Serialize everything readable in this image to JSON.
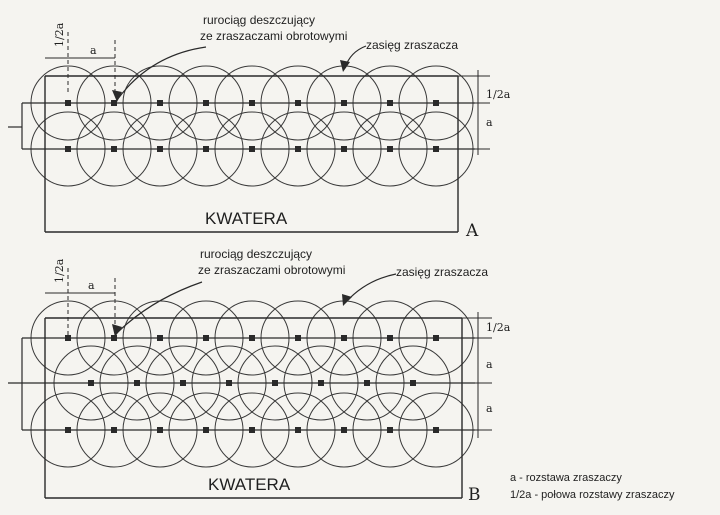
{
  "diagram": {
    "panels": [
      {
        "id": "A",
        "letter": "A",
        "area_label": "KWATERA",
        "pipe_label_line1": "rurociąg deszczujący",
        "pipe_label_line2": "ze zraszaczami obrotowymi",
        "range_label": "zasięg zraszacza",
        "dim_half": "1/2a",
        "dim_a": "a",
        "right_dim_half": "1/2a",
        "right_dim_a": "a"
      },
      {
        "id": "B",
        "letter": "B",
        "area_label": "KWATERA",
        "pipe_label_line1": "rurociąg deszczujący",
        "pipe_label_line2": "ze zraszaczami obrotowymi",
        "range_label": "zasięg zraszacza",
        "dim_half": "1/2a",
        "dim_a": "a",
        "right_dim_half": "1/2a",
        "right_dim_a1": "a",
        "right_dim_a2": "a"
      }
    ],
    "legend": {
      "line1": "a - rozstawa zraszaczy",
      "line2": "1/2a - połowa rozstawy zraszaczy"
    },
    "colors": {
      "ink": "#2a2a2a",
      "paper": "#f5f4f0"
    }
  }
}
